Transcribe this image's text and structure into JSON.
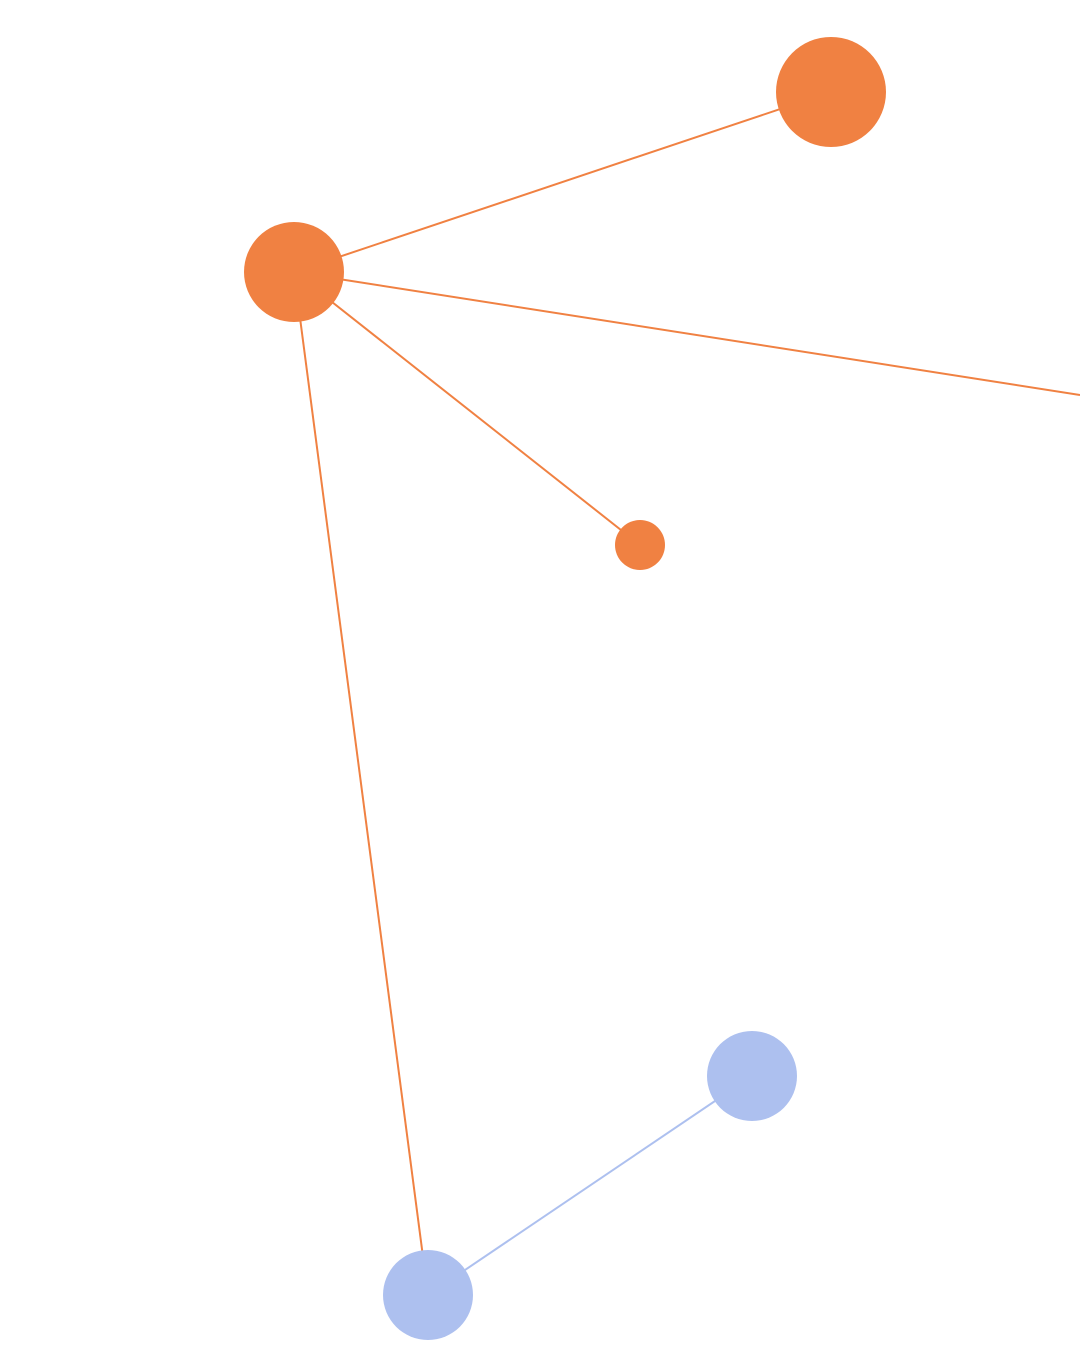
{
  "colors": {
    "background": "#ffffff",
    "orange": "#f08142",
    "blue": "#adc0ef",
    "orange_edge": "#f08142",
    "blue_edge": "#adc0ef"
  },
  "nodes": [
    {
      "id": "hub",
      "color": "orange"
    },
    {
      "id": "top-right",
      "color": "orange"
    },
    {
      "id": "small-center",
      "color": "orange"
    },
    {
      "id": "blue-right",
      "color": "blue"
    },
    {
      "id": "blue-bottom",
      "color": "blue"
    }
  ],
  "edges": [
    {
      "from": "hub",
      "to": "top-right",
      "color": "orange_edge"
    },
    {
      "from": "hub",
      "to": "small-center",
      "color": "orange_edge"
    },
    {
      "from": "hub",
      "to": "offscreen-right",
      "color": "orange_edge"
    },
    {
      "from": "hub",
      "to": "blue-bottom",
      "color": "orange_edge"
    },
    {
      "from": "blue-bottom",
      "to": "blue-right",
      "color": "blue_edge"
    }
  ]
}
